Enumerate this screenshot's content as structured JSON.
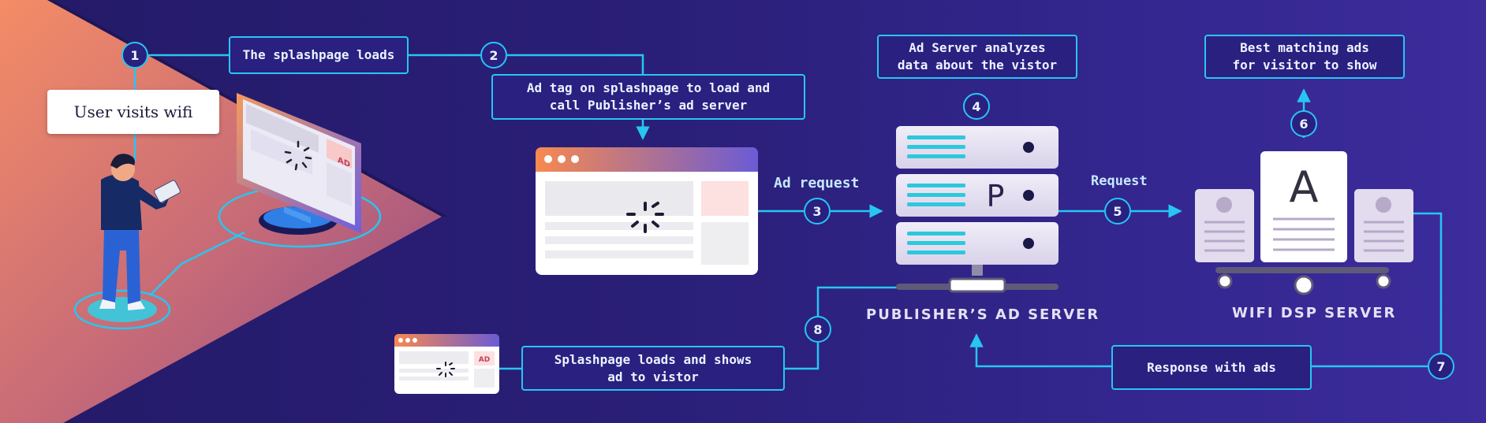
{
  "steps": {
    "s1": "1",
    "s2": "2",
    "s3": "3",
    "s4": "4",
    "s5": "5",
    "s6": "6",
    "s7": "7",
    "s8": "8"
  },
  "boxes": {
    "user_visits": "User visits wifi",
    "splashpage_loads": "The splashpage loads",
    "ad_tag": "Ad tag on splashpage to load and\ncall Publisher’s ad server",
    "ad_server_analyzes": "Ad Server analyzes\ndata about the vistor",
    "best_matching": "Best matching ads\nfor visitor to show",
    "splash_shows_ad": "Splashpage loads and shows\nad to vistor",
    "response_with_ads": "Response with ads"
  },
  "labels": {
    "ad_request": "Ad request",
    "request": "Request",
    "publisher_server": "PUBLISHER’S AD SERVER",
    "wifi_dsp_server": "WIFI DSP SERVER"
  },
  "icons": {
    "server_letter": "P",
    "dsp_letter": "A",
    "ad_badge": "AD"
  },
  "colors": {
    "accent": "#27c6f2",
    "floor_start": "#f28a6a",
    "floor_end": "#a9567f"
  }
}
